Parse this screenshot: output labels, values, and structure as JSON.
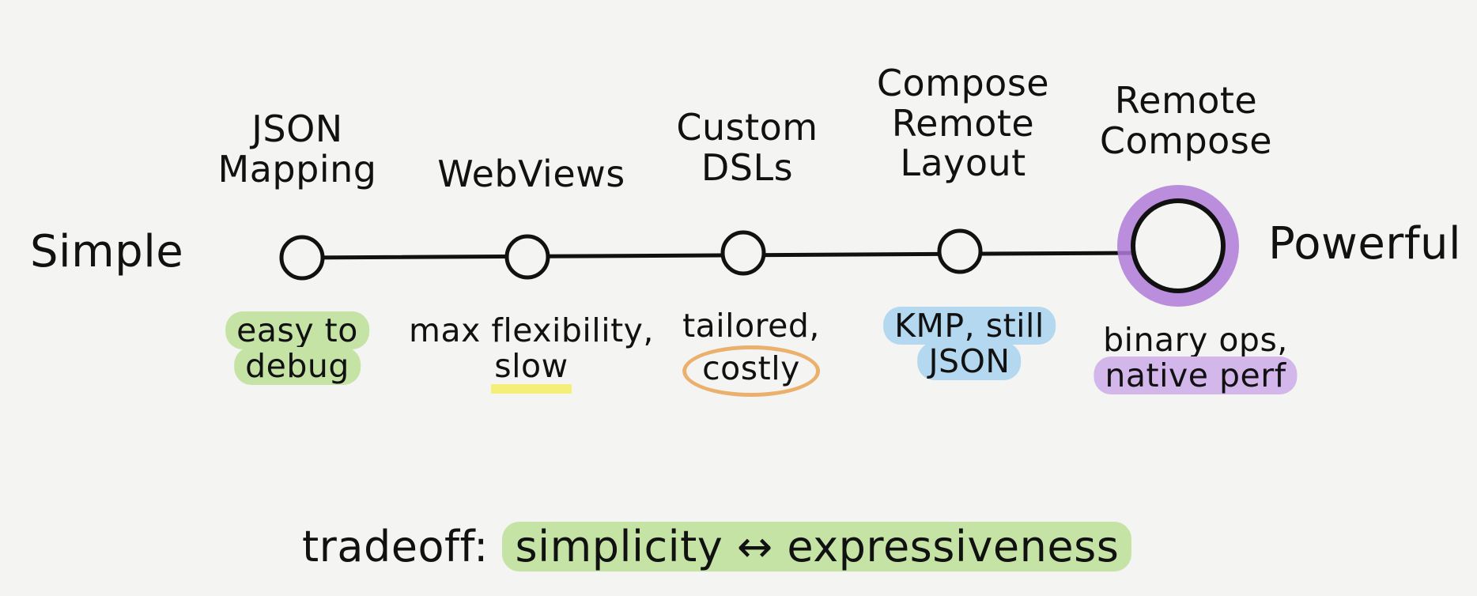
{
  "scale": {
    "left_label": "Simple",
    "right_label": "Powerful"
  },
  "approaches": [
    {
      "id": "json-mapping",
      "label_lines": [
        "JSON",
        "Mapping"
      ],
      "note_lines": [
        "easy to",
        "debug"
      ],
      "note_style": "green-highlight"
    },
    {
      "id": "webviews",
      "label_lines": [
        "WebViews"
      ],
      "note_lines": [
        "max flexibility,",
        "slow"
      ],
      "note_style": "yellow-underline-on-last-line"
    },
    {
      "id": "custom-dsls",
      "label_lines": [
        "Custom",
        "DSLs"
      ],
      "note_lines": [
        "tailored,",
        "costly"
      ],
      "note_style": "orange-circle-on-last-line"
    },
    {
      "id": "compose-remote-layout",
      "label_lines": [
        "Compose",
        "Remote",
        "Layout"
      ],
      "note_lines": [
        "KMP, still",
        "JSON"
      ],
      "note_style": "blue-highlight"
    },
    {
      "id": "remote-compose",
      "label_lines": [
        "Remote",
        "Compose"
      ],
      "note_lines": [
        "binary ops,",
        "native perf"
      ],
      "note_style": "purple-highlight-on-last-line",
      "emphasized": true
    }
  ],
  "footer": {
    "prefix": "tradeoff:",
    "highlight_left": "simplicity",
    "arrow": "↔",
    "highlight_right": "expressiveness"
  },
  "colors": {
    "green": "#c6e3a6",
    "yellow": "#f3ef78",
    "orange": "#eab06c",
    "blue": "#b4d8ef",
    "purple": "#d3b6ea",
    "purple_glow": "#b07ad9",
    "ink": "#111111",
    "background": "#f4f4f2"
  }
}
